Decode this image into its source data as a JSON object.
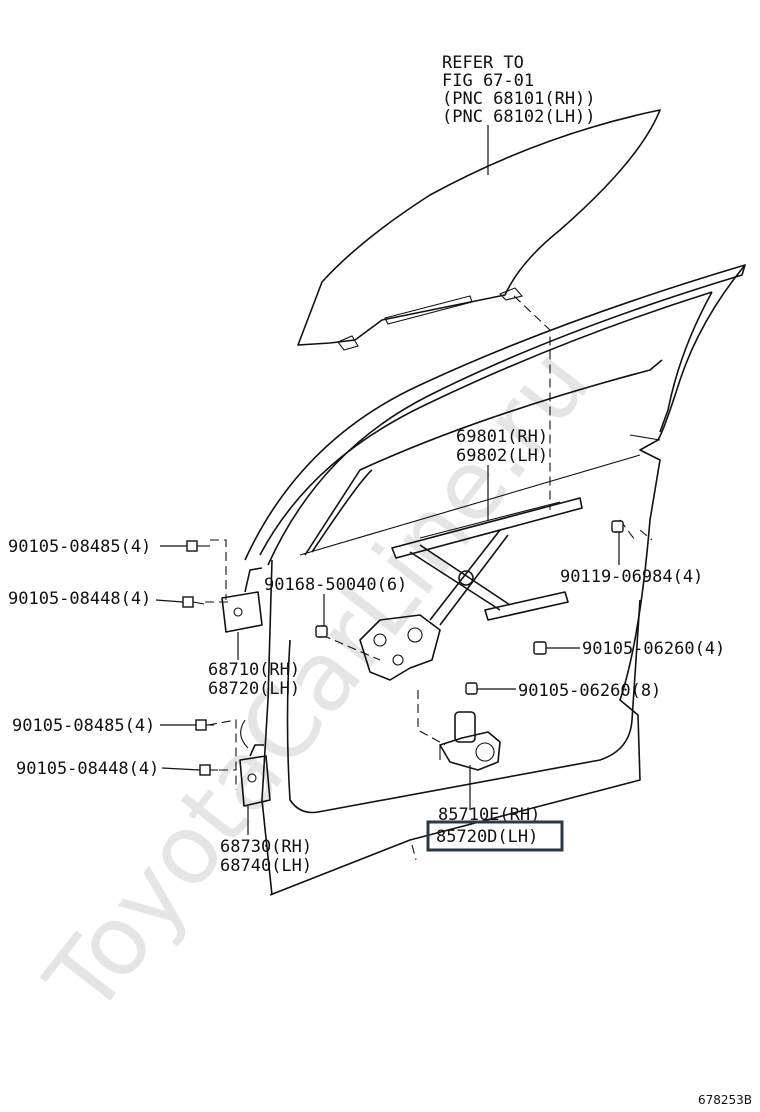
{
  "watermark": "ToyotaCarLine.ru",
  "figure_id": "678253B",
  "callouts": {
    "glass_ref": [
      "REFER TO",
      "FIG 67-01",
      "(PNC 68101(RH))",
      "(PNC 68102(LH))"
    ],
    "regulator": [
      "69801(RH)",
      "69802(LH)"
    ],
    "bolt_upper_left_1": "90105-08485(4)",
    "bolt_upper_left_2": "90105-08448(4)",
    "bolt_center": "90168-50040(6)",
    "bolt_right_upper": "90119-06984(4)",
    "bolt_right_mid": "90105-06260(4)",
    "bolt_right_low": "90105-06260(8)",
    "hinge_upper": [
      "68710(RH)",
      "68720(LH)"
    ],
    "bolt_lower_left_1": "90105-08485(4)",
    "bolt_lower_left_2": "90105-08448(4)",
    "hinge_lower": [
      "68730(RH)",
      "68740(LH)"
    ],
    "motor_rh": "85710E(RH)",
    "motor_lh": "85720D(LH)"
  }
}
